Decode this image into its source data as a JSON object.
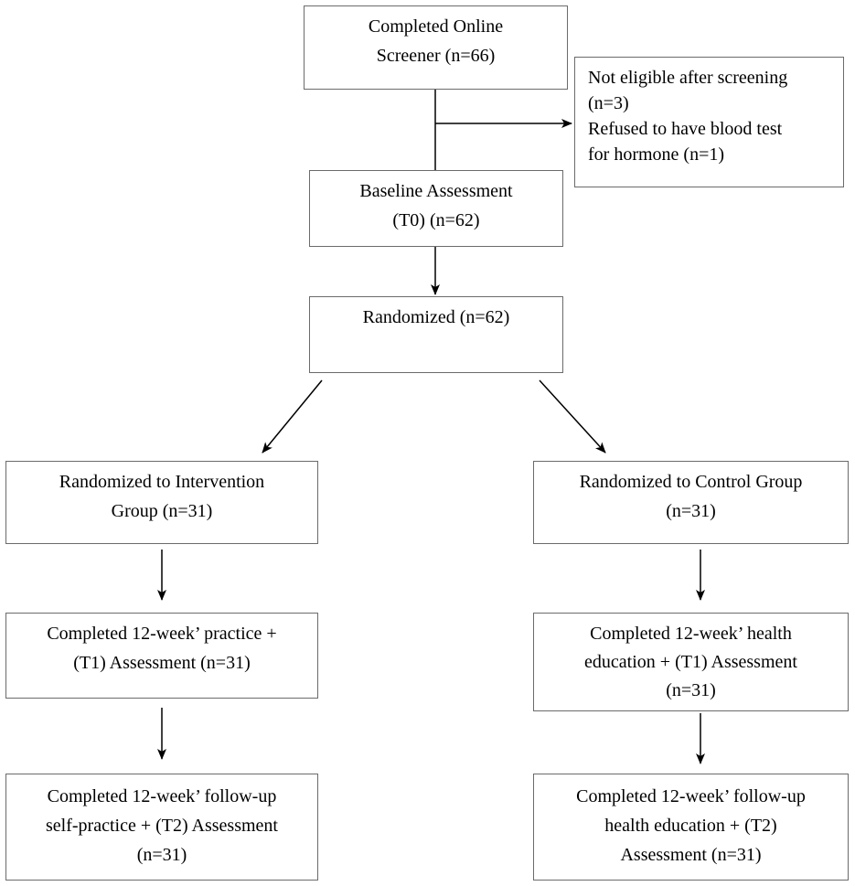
{
  "boxes": {
    "screener": {
      "lines": [
        "Completed Online",
        "Screener (n=66)"
      ]
    },
    "excluded": {
      "lines": [
        "Not eligible after screening",
        "(n=3)",
        "Refused to have blood test",
        "for hormone (n=1)"
      ]
    },
    "baseline": {
      "lines": [
        "Baseline Assessment",
        "(T0) (n=62)"
      ]
    },
    "randomized": {
      "lines": [
        "Randomized (n=62)"
      ]
    },
    "intervention": {
      "lines": [
        "Randomized to Intervention",
        "Group (n=31)"
      ]
    },
    "control": {
      "lines": [
        "Randomized to Control Group",
        "(n=31)"
      ]
    },
    "intervention_t1": {
      "lines": [
        "Completed 12-week’ practice +",
        "(T1) Assessment (n=31)"
      ]
    },
    "control_t1": {
      "lines": [
        "Completed 12-week’ health",
        "education + (T1) Assessment",
        "(n=31)"
      ]
    },
    "intervention_t2": {
      "lines": [
        "Completed 12-week’ follow-up",
        "self-practice + (T2) Assessment",
        "(n=31)"
      ]
    },
    "control_t2": {
      "lines": [
        "Completed 12-week’ follow-up",
        "health education + (T2)",
        "Assessment (n=31)"
      ]
    }
  },
  "colors": {
    "border": "#6b6b6b",
    "arrow": "#000000",
    "text": "#000000"
  }
}
